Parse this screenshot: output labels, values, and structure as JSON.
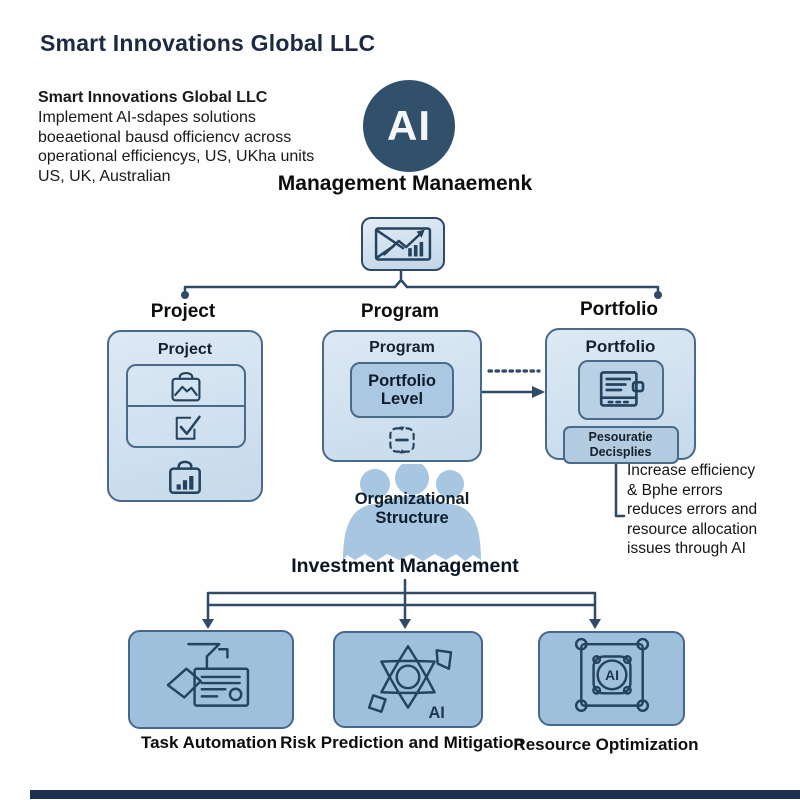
{
  "title": "Smart Innovations Global LLC",
  "intro": {
    "line1": "Smart Innovations Global LLC",
    "line2": "Implement AI-sdapes solutions",
    "line3": "boeaetional bausd officiencv across",
    "line4": "operational efficiencys, US, UKha units",
    "line5": "US, UK, Australian"
  },
  "ai_badge": "AI",
  "subtitle": "Management Manaemenk",
  "columns": {
    "project": {
      "heading": "Project",
      "title": "Project"
    },
    "program": {
      "heading": "Program",
      "title": "Program",
      "level_label": "Portfolio Level"
    },
    "portfolio": {
      "heading": "Portfolio",
      "title": "Portfolio",
      "badge": "Pesouratie Decisplies"
    }
  },
  "callout": {
    "line1": "Increase efficiency",
    "line2": "& Bphe errors",
    "line3": "reduces errors and",
    "line4": "resource allocation",
    "line5": "issues through AI"
  },
  "org_blob_label": "Organizational Structure",
  "investment_heading": "Investment Management",
  "applications": [
    {
      "label": "Task Automation",
      "icon": "funnel-document-icon"
    },
    {
      "label": "Risk Prediction and Mitigation",
      "icon": "polygon-network-icon",
      "ai_text": "AI"
    },
    {
      "label": "Resource Optimization",
      "icon": "ai-chip-icon",
      "ai_text": "AI"
    }
  ],
  "icons": {
    "top_node": "envelope-chart-icon",
    "project_cells": [
      "bag-image-icon",
      "document-check-icon",
      "bag-barchart-icon"
    ],
    "program": "compress-dashed-icon",
    "portfolio": "document-lines-icon"
  },
  "colors": {
    "ai_circle": "#31506c",
    "box_border": "#4a6a8a",
    "box_fill_light": "#d2e1ef",
    "box_fill_medium": "#abc8e2",
    "app_box_fill": "#9fc0dd",
    "connector": "#2e4a66",
    "title_text": "#1d2a44",
    "bottom_bar": "#20304f"
  }
}
